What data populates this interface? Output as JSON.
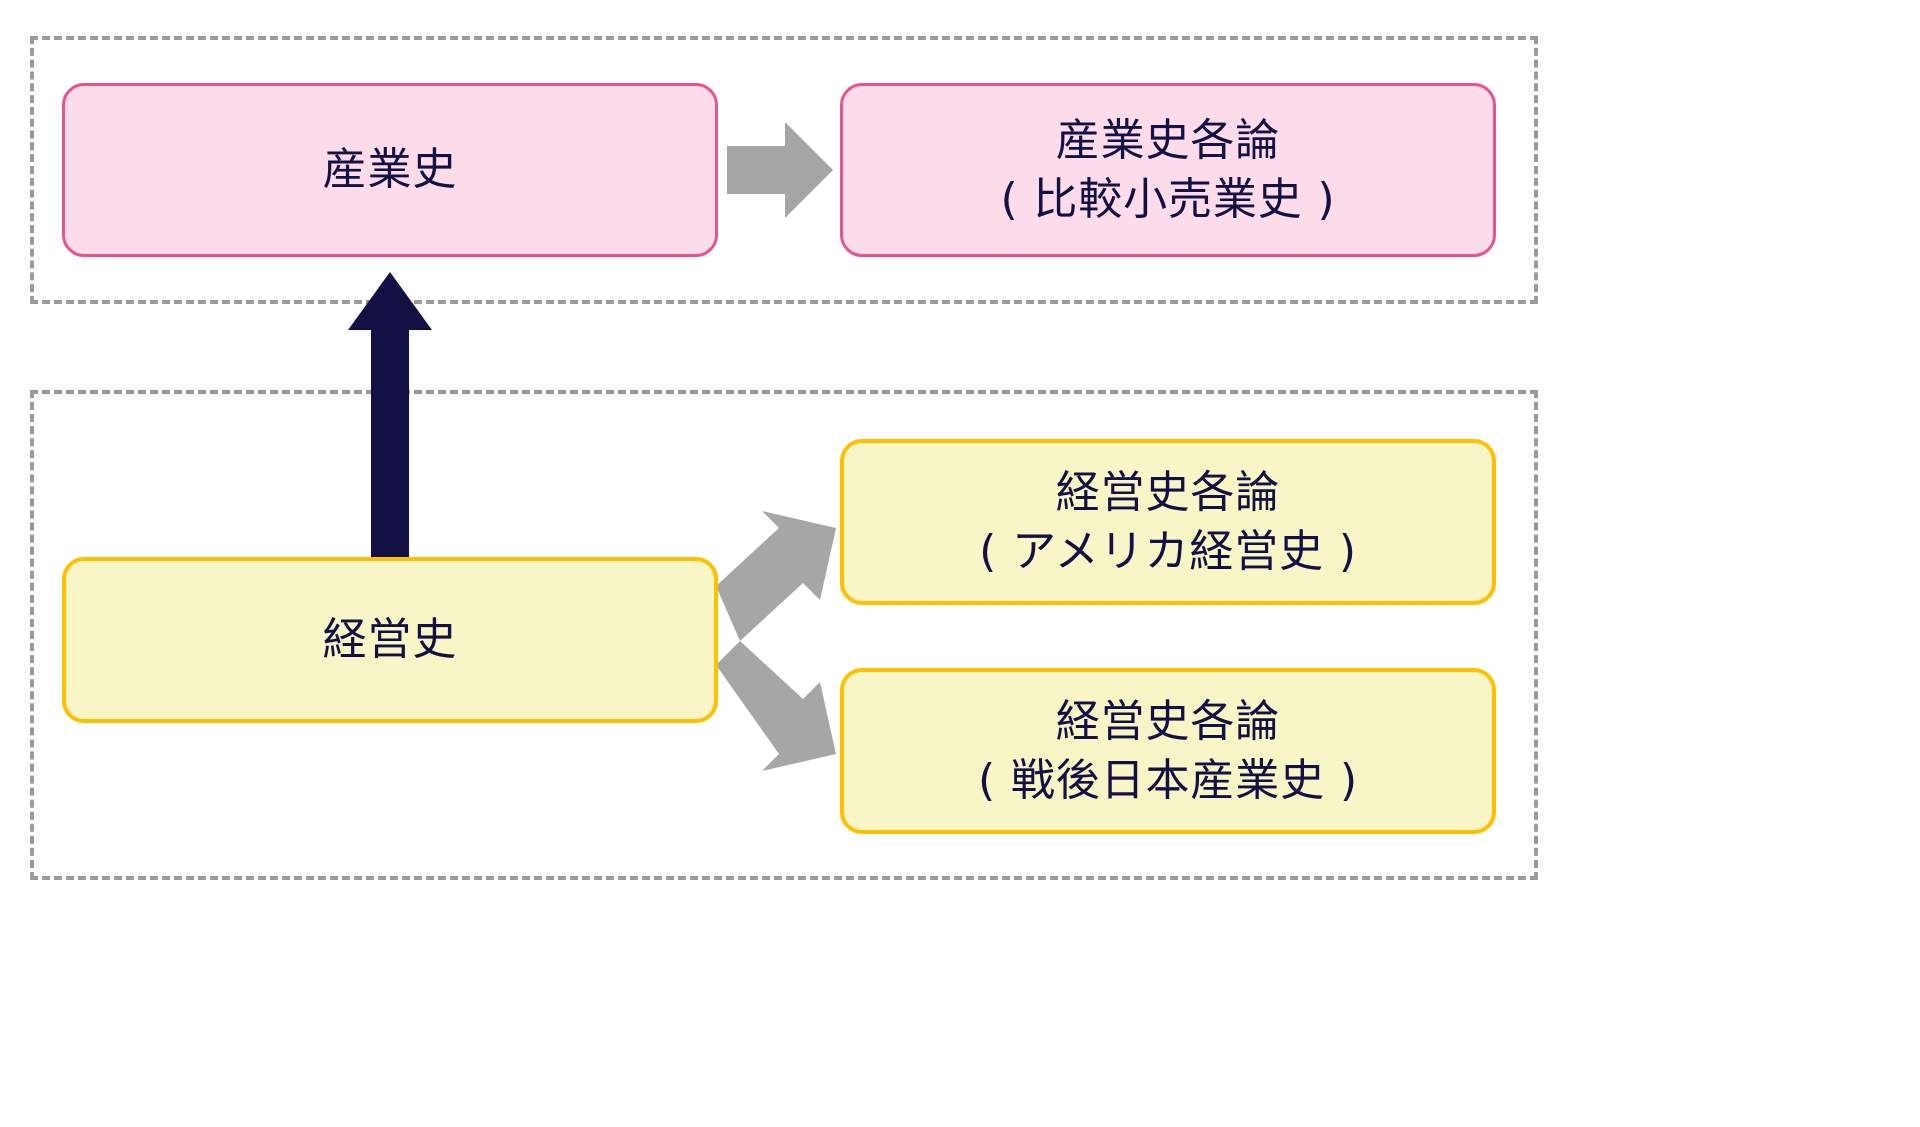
{
  "diagram": {
    "type": "relationship-diagram",
    "background_color": "#FFFFFF",
    "groups": [
      {
        "id": "industry-group",
        "name": "industry-history-group",
        "border_style": "dashed",
        "border_color": "#9A9A9A"
      },
      {
        "id": "management-group",
        "name": "management-history-group",
        "border_style": "dashed",
        "border_color": "#9A9A9A"
      }
    ],
    "nodes": {
      "industry_history": {
        "label": "産業史",
        "fill_color": "#FBDCE8",
        "border_color": "#E8538E",
        "text_color": "#131144"
      },
      "industry_detail": {
        "label": "産業史各論\n( 比較小売業史 )",
        "fill_color": "#FBDCE8",
        "border_color": "#E8538E",
        "text_color": "#131144"
      },
      "management_history": {
        "label": "経営史",
        "fill_color": "#F8F5C7",
        "border_color": "#FFC000",
        "text_color": "#131144"
      },
      "management_detail_america": {
        "label": "経営史各論\n( アメリカ経営史 )",
        "fill_color": "#F8F5C7",
        "border_color": "#FFC000",
        "text_color": "#131144"
      },
      "management_detail_postwar": {
        "label": "経営史各論\n( 戦後日本産業史 )",
        "fill_color": "#F8F5C7",
        "border_color": "#FFC000",
        "text_color": "#131144"
      }
    },
    "connectors": [
      {
        "name": "industry-to-detail-arrow",
        "from": "industry_history",
        "to": "industry_detail",
        "direction": "right",
        "color": "#A6A6A6"
      },
      {
        "name": "industry-management-double-arrow",
        "from": "management_history",
        "to": "industry_history",
        "direction": "both",
        "color": "#131144"
      },
      {
        "name": "management-to-america-arrow",
        "from": "management_history",
        "to": "management_detail_america",
        "direction": "up-right",
        "color": "#A6A6A6"
      },
      {
        "name": "management-to-postwar-arrow",
        "from": "management_history",
        "to": "management_detail_postwar",
        "direction": "down-right",
        "color": "#A6A6A6"
      }
    ]
  }
}
